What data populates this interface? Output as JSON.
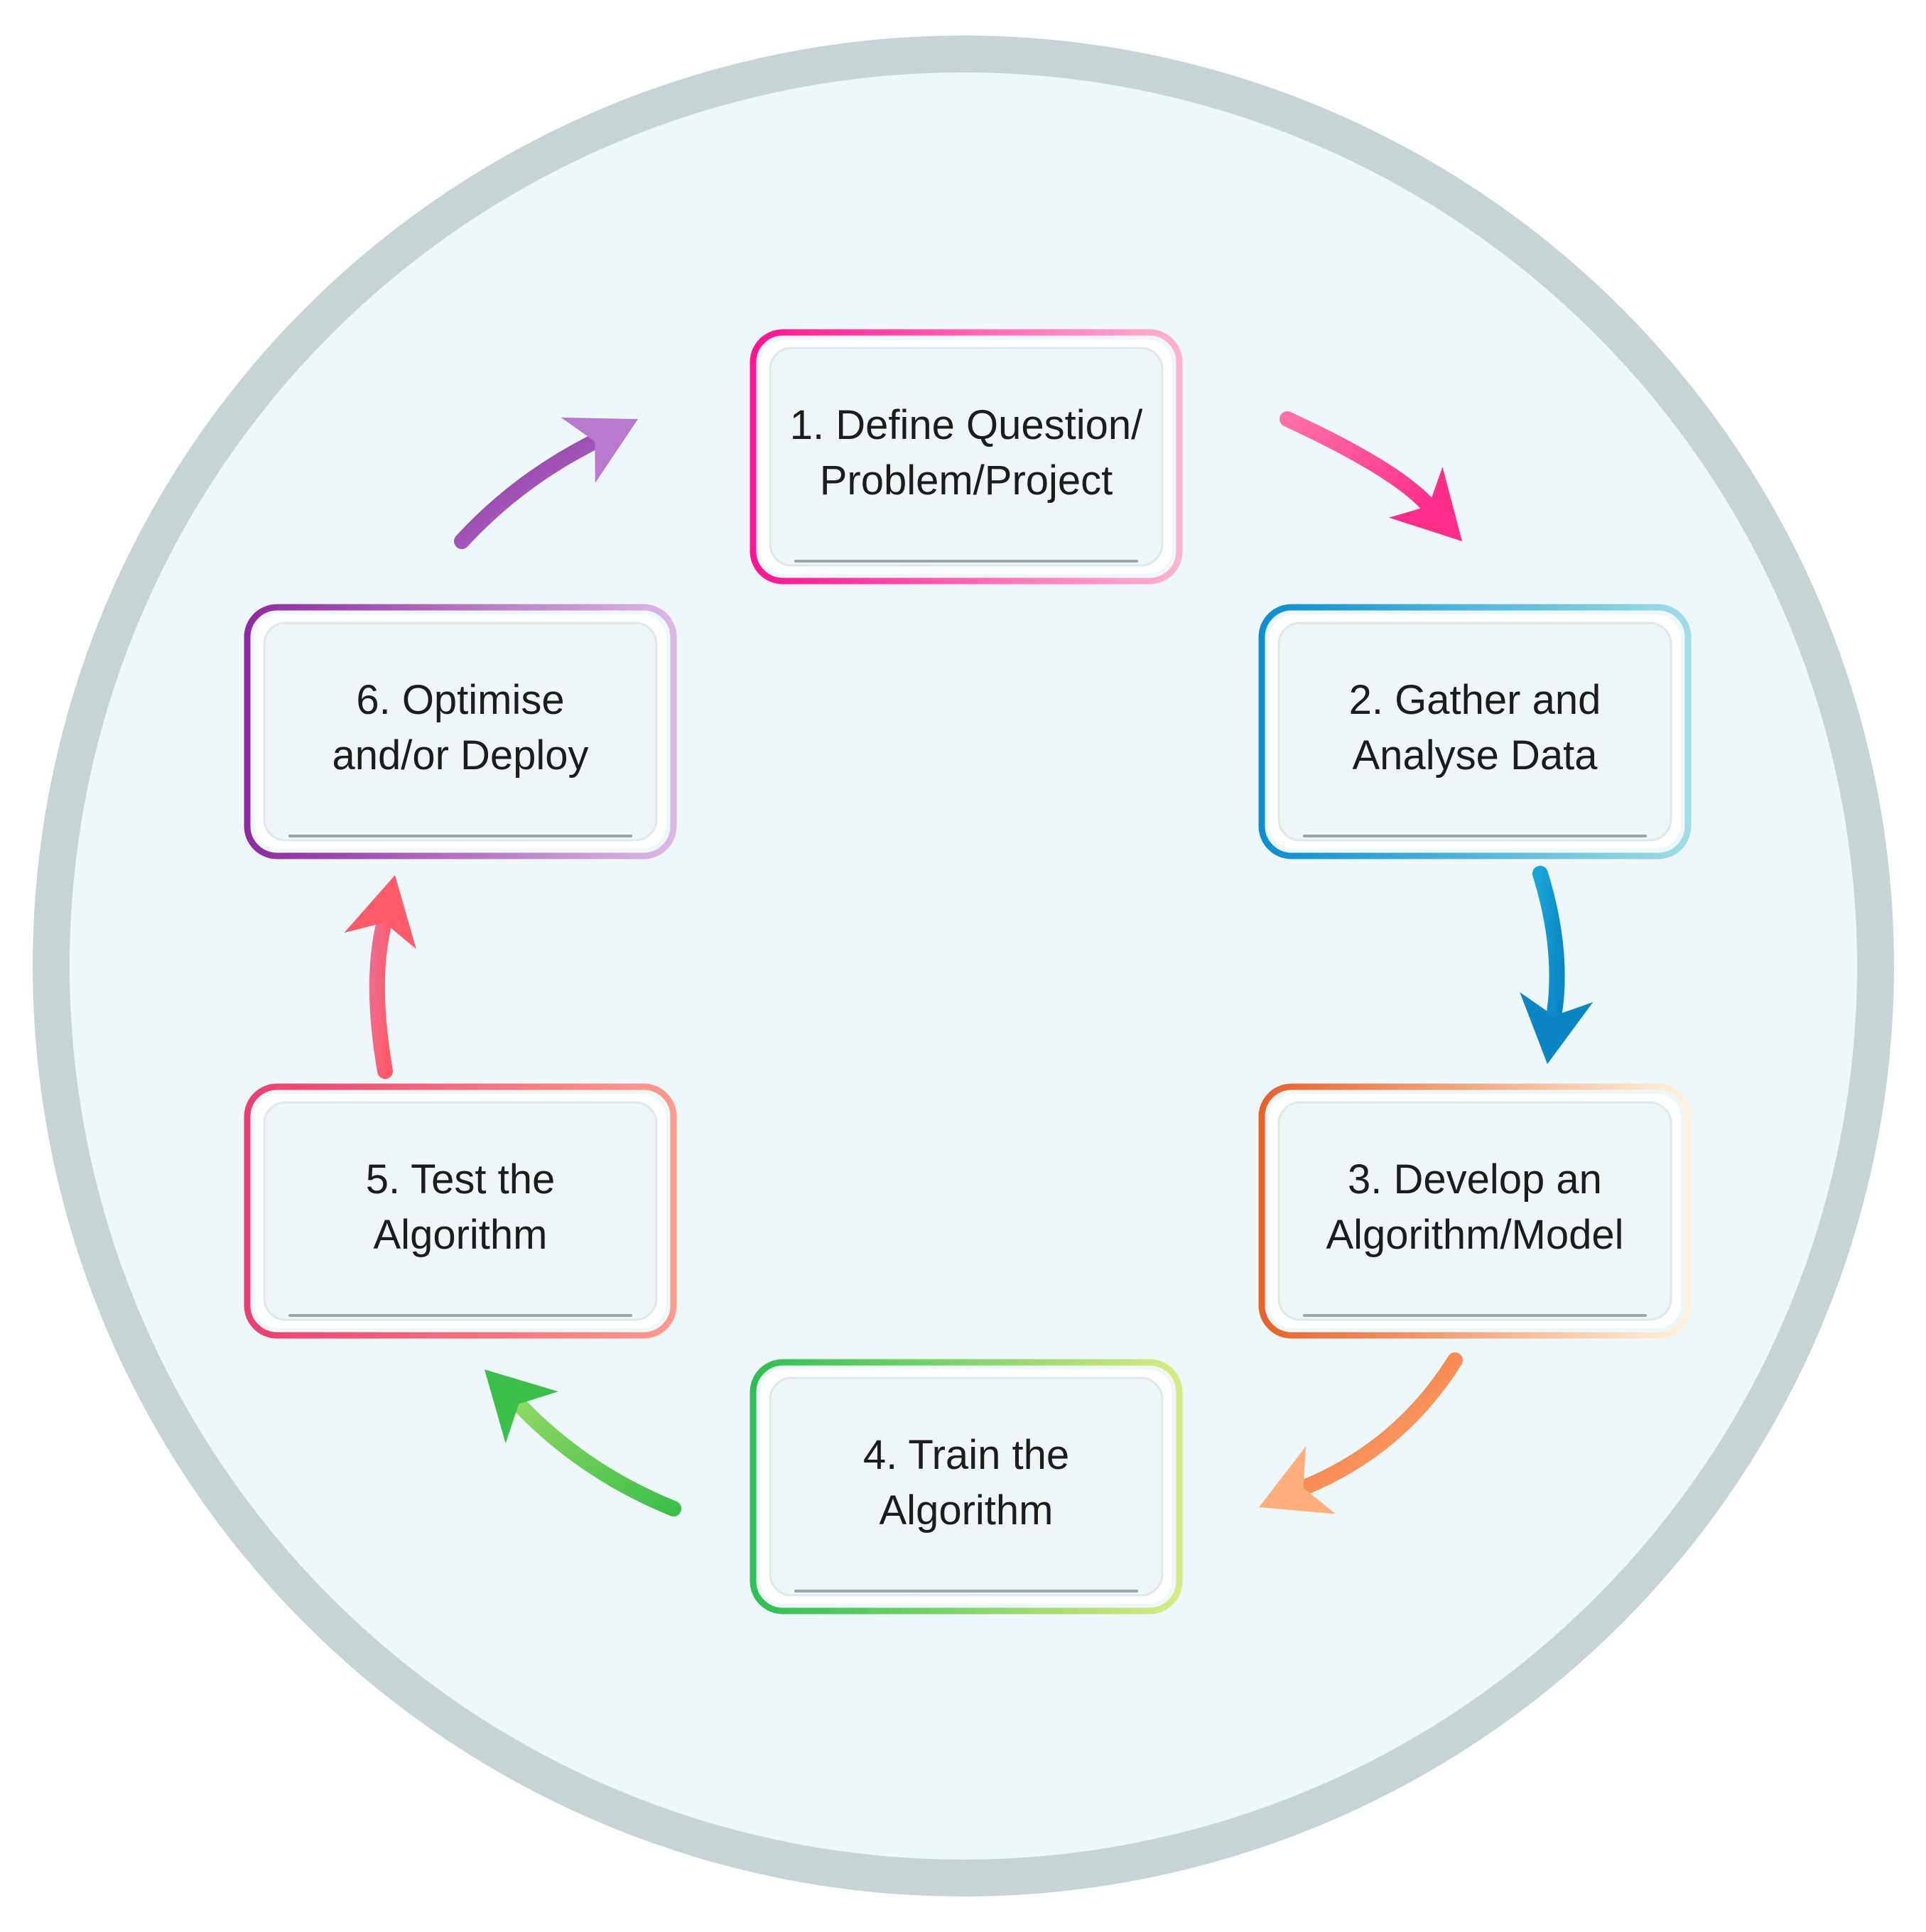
{
  "steps": [
    {
      "id": "define",
      "line1": "1. Define Question/",
      "line2": "Problem/Project",
      "color_start": "#ff1493",
      "color_end": "#ffb3d1"
    },
    {
      "id": "gather",
      "line1": "2. Gather and",
      "line2": "Analyse Data",
      "color_start": "#0a8fd0",
      "color_end": "#9fdde6"
    },
    {
      "id": "develop",
      "line1": "3. Develop an",
      "line2": "Algorithm/Model",
      "color_start": "#e8622a",
      "color_end": "#fff3e0"
    },
    {
      "id": "train",
      "line1": "4. Train the",
      "line2": "Algorithm",
      "color_start": "#2fbf52",
      "color_end": "#d8ea82"
    },
    {
      "id": "test",
      "line1": "5. Test the",
      "line2": "Algorithm",
      "color_start": "#ea3f72",
      "color_end": "#ff9a8e"
    },
    {
      "id": "optimise",
      "line1": "6. Optimise",
      "line2": "and/or Deploy",
      "color_start": "#8e2aa0",
      "color_end": "#dcb8e6"
    }
  ],
  "arrows": [
    {
      "id": "define-to-gather",
      "color_start": "#ff6fa8",
      "color_end": "#ff2d8a"
    },
    {
      "id": "gather-to-develop",
      "color_start": "#17a4d6",
      "color_end": "#0a86c4"
    },
    {
      "id": "develop-to-train",
      "color_start": "#ee6a2c",
      "color_end": "#ffae7c"
    },
    {
      "id": "train-to-test",
      "color_start": "#8fd865",
      "color_end": "#3cbf48"
    },
    {
      "id": "test-to-optimise",
      "color_start": "#f06a8a",
      "color_end": "#ff5a6a"
    },
    {
      "id": "optimise-to-define",
      "color_start": "#8b2e9f",
      "color_end": "#b879cf"
    }
  ],
  "colors": {
    "outer_ring": "#c7d4d6",
    "inner_fill": "#eef7fa",
    "box_fill": "#eef6f8",
    "text": "#1c1c1c"
  }
}
